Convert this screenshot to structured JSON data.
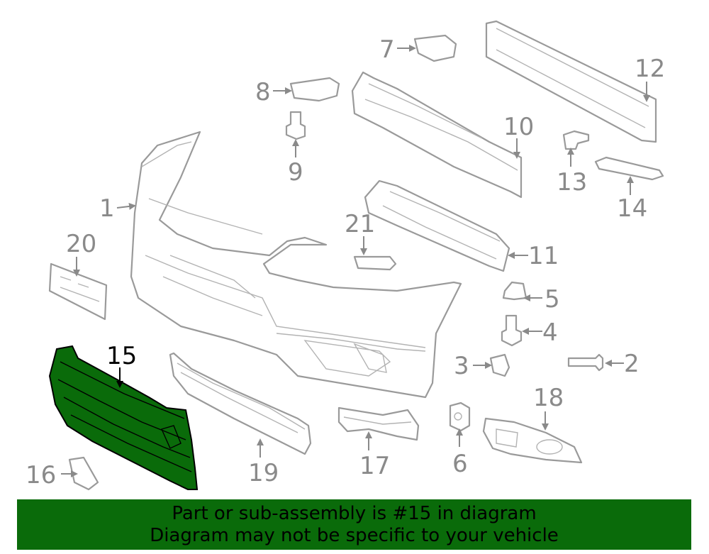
{
  "callouts": {
    "c1": "1",
    "c2": "2",
    "c3": "3",
    "c4": "4",
    "c5": "5",
    "c6": "6",
    "c7": "7",
    "c8": "8",
    "c9": "9",
    "c10": "10",
    "c11": "11",
    "c12": "12",
    "c13": "13",
    "c14": "14",
    "c15": "15",
    "c16": "16",
    "c17": "17",
    "c18": "18",
    "c19": "19",
    "c20": "20",
    "c21": "21"
  },
  "highlight": {
    "color": "#0a6b0a"
  },
  "banner": {
    "line1": "Part or sub-assembly is #15 in diagram",
    "line2": "Diagram may not be specific to your vehicle",
    "color": "#0a6b0a"
  }
}
